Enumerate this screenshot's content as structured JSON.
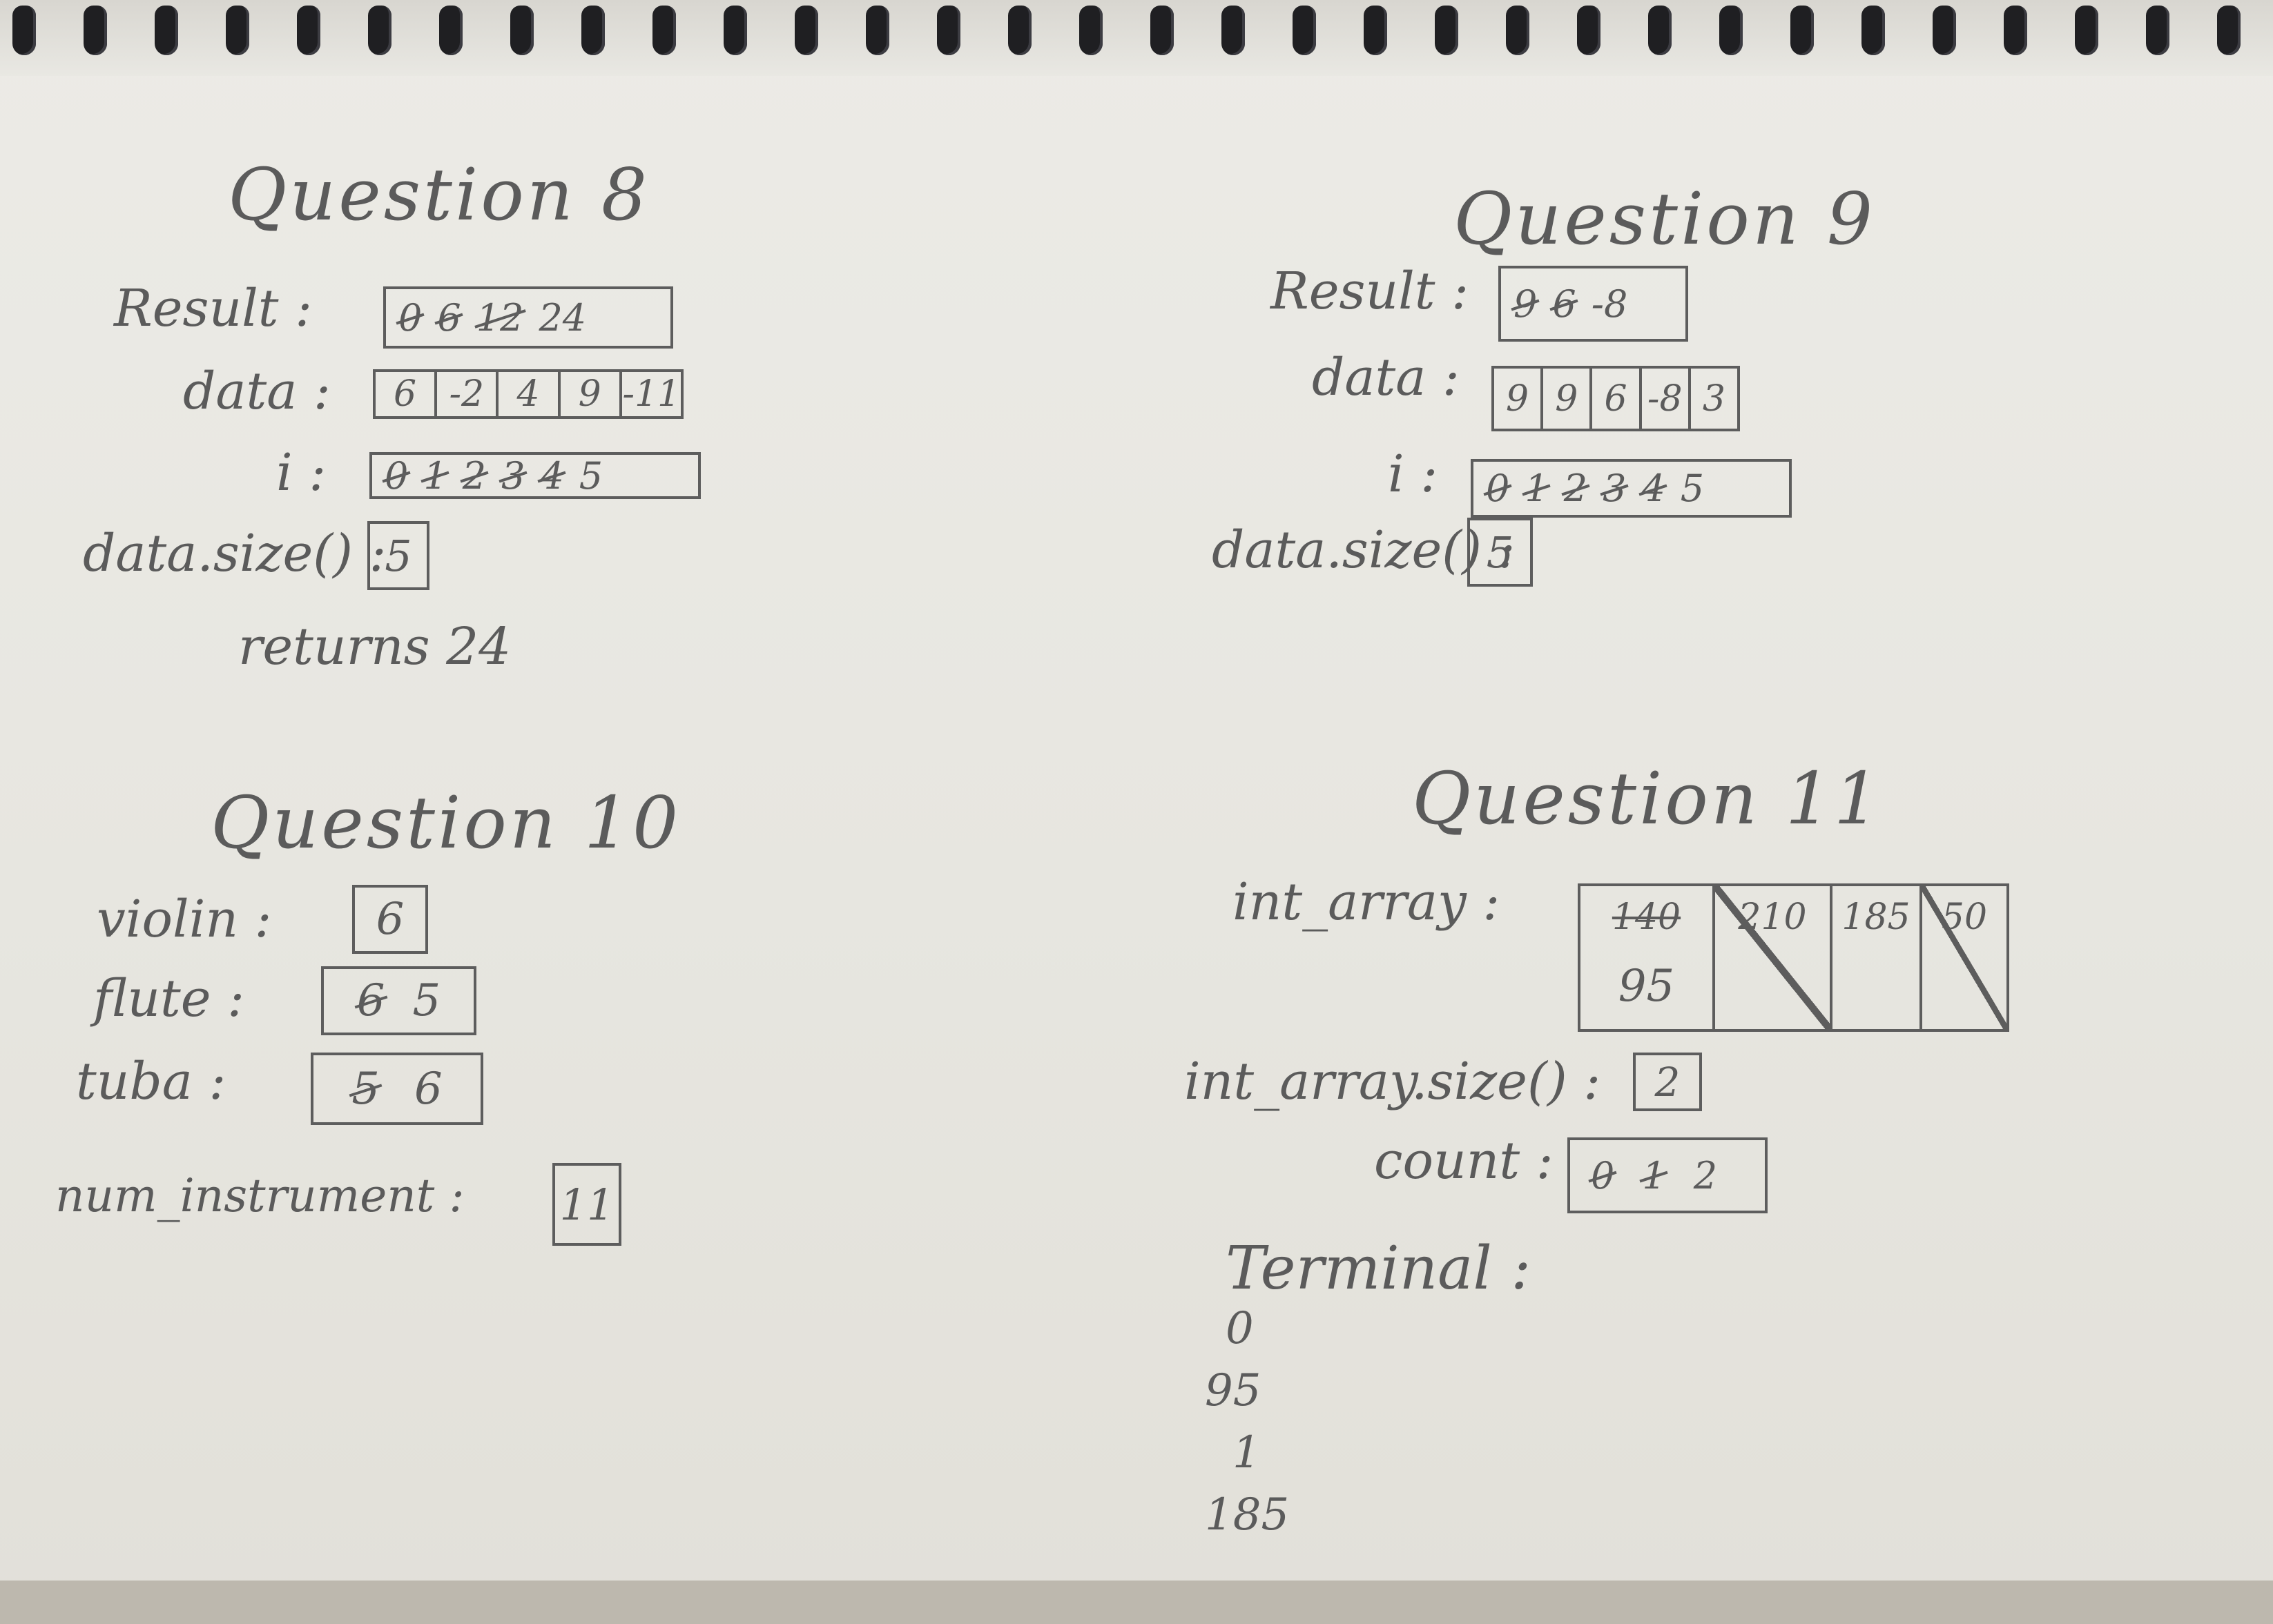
{
  "q8": {
    "heading": "Question 8",
    "result_label": "Result :",
    "result_items": [
      {
        "text": "0",
        "crossed": true
      },
      {
        "text": "6",
        "crossed": true
      },
      {
        "text": "12",
        "crossed": true
      },
      {
        "text": "24",
        "crossed": false
      }
    ],
    "data_label": "data :",
    "data_cells": [
      "6",
      "-2",
      "4",
      "9",
      "-11"
    ],
    "i_label": "i :",
    "i_items": [
      {
        "text": "0",
        "crossed": true
      },
      {
        "text": "1",
        "crossed": true
      },
      {
        "text": "2",
        "crossed": true
      },
      {
        "text": "3",
        "crossed": true
      },
      {
        "text": "4",
        "crossed": true
      },
      {
        "text": "5",
        "crossed": false
      }
    ],
    "size_label": "data.size() :",
    "size_value": "5",
    "returns_text": "returns 24"
  },
  "q9": {
    "heading": "Question 9",
    "result_label": "Result :",
    "result_items": [
      {
        "text": "9",
        "crossed": true
      },
      {
        "text": "6",
        "crossed": true
      },
      {
        "text": "-8",
        "crossed": false
      }
    ],
    "data_label": "data :",
    "data_cells": [
      "9",
      "9",
      "6",
      "-8",
      "3"
    ],
    "i_label": "i :",
    "i_items": [
      {
        "text": "0",
        "crossed": true
      },
      {
        "text": "1",
        "crossed": true
      },
      {
        "text": "2",
        "crossed": true
      },
      {
        "text": "3",
        "crossed": true
      },
      {
        "text": "4",
        "crossed": true
      },
      {
        "text": "5",
        "crossed": false
      }
    ],
    "size_label": "data.size() :",
    "size_value": "5"
  },
  "q10": {
    "heading": "Question 10",
    "violin_label": "violin :",
    "violin_value": "6",
    "flute_label": "flute :",
    "flute_old": "6",
    "flute_new": "5",
    "tuba_label": "tuba :",
    "tuba_old": "5",
    "tuba_new": "6",
    "num_label": "num_instrument :",
    "num_value": "11"
  },
  "q11": {
    "heading": "Question 11",
    "array_label": "int_array :",
    "cells": [
      {
        "old": "140",
        "new": "95",
        "slashed": false
      },
      {
        "old": "210",
        "new": "",
        "slashed": true
      },
      {
        "old": "185",
        "new": "",
        "slashed": false
      },
      {
        "old": "50",
        "new": "",
        "slashed": true
      }
    ],
    "size_label": "int_array.size() :",
    "size_value": "2",
    "count_label": "count :",
    "count_items": [
      {
        "text": "0",
        "crossed": true
      },
      {
        "text": "1",
        "crossed": true
      },
      {
        "text": "2",
        "crossed": false
      }
    ],
    "terminal_label": "Terminal :",
    "terminal_lines": [
      "0",
      "95",
      "1",
      "185"
    ]
  }
}
